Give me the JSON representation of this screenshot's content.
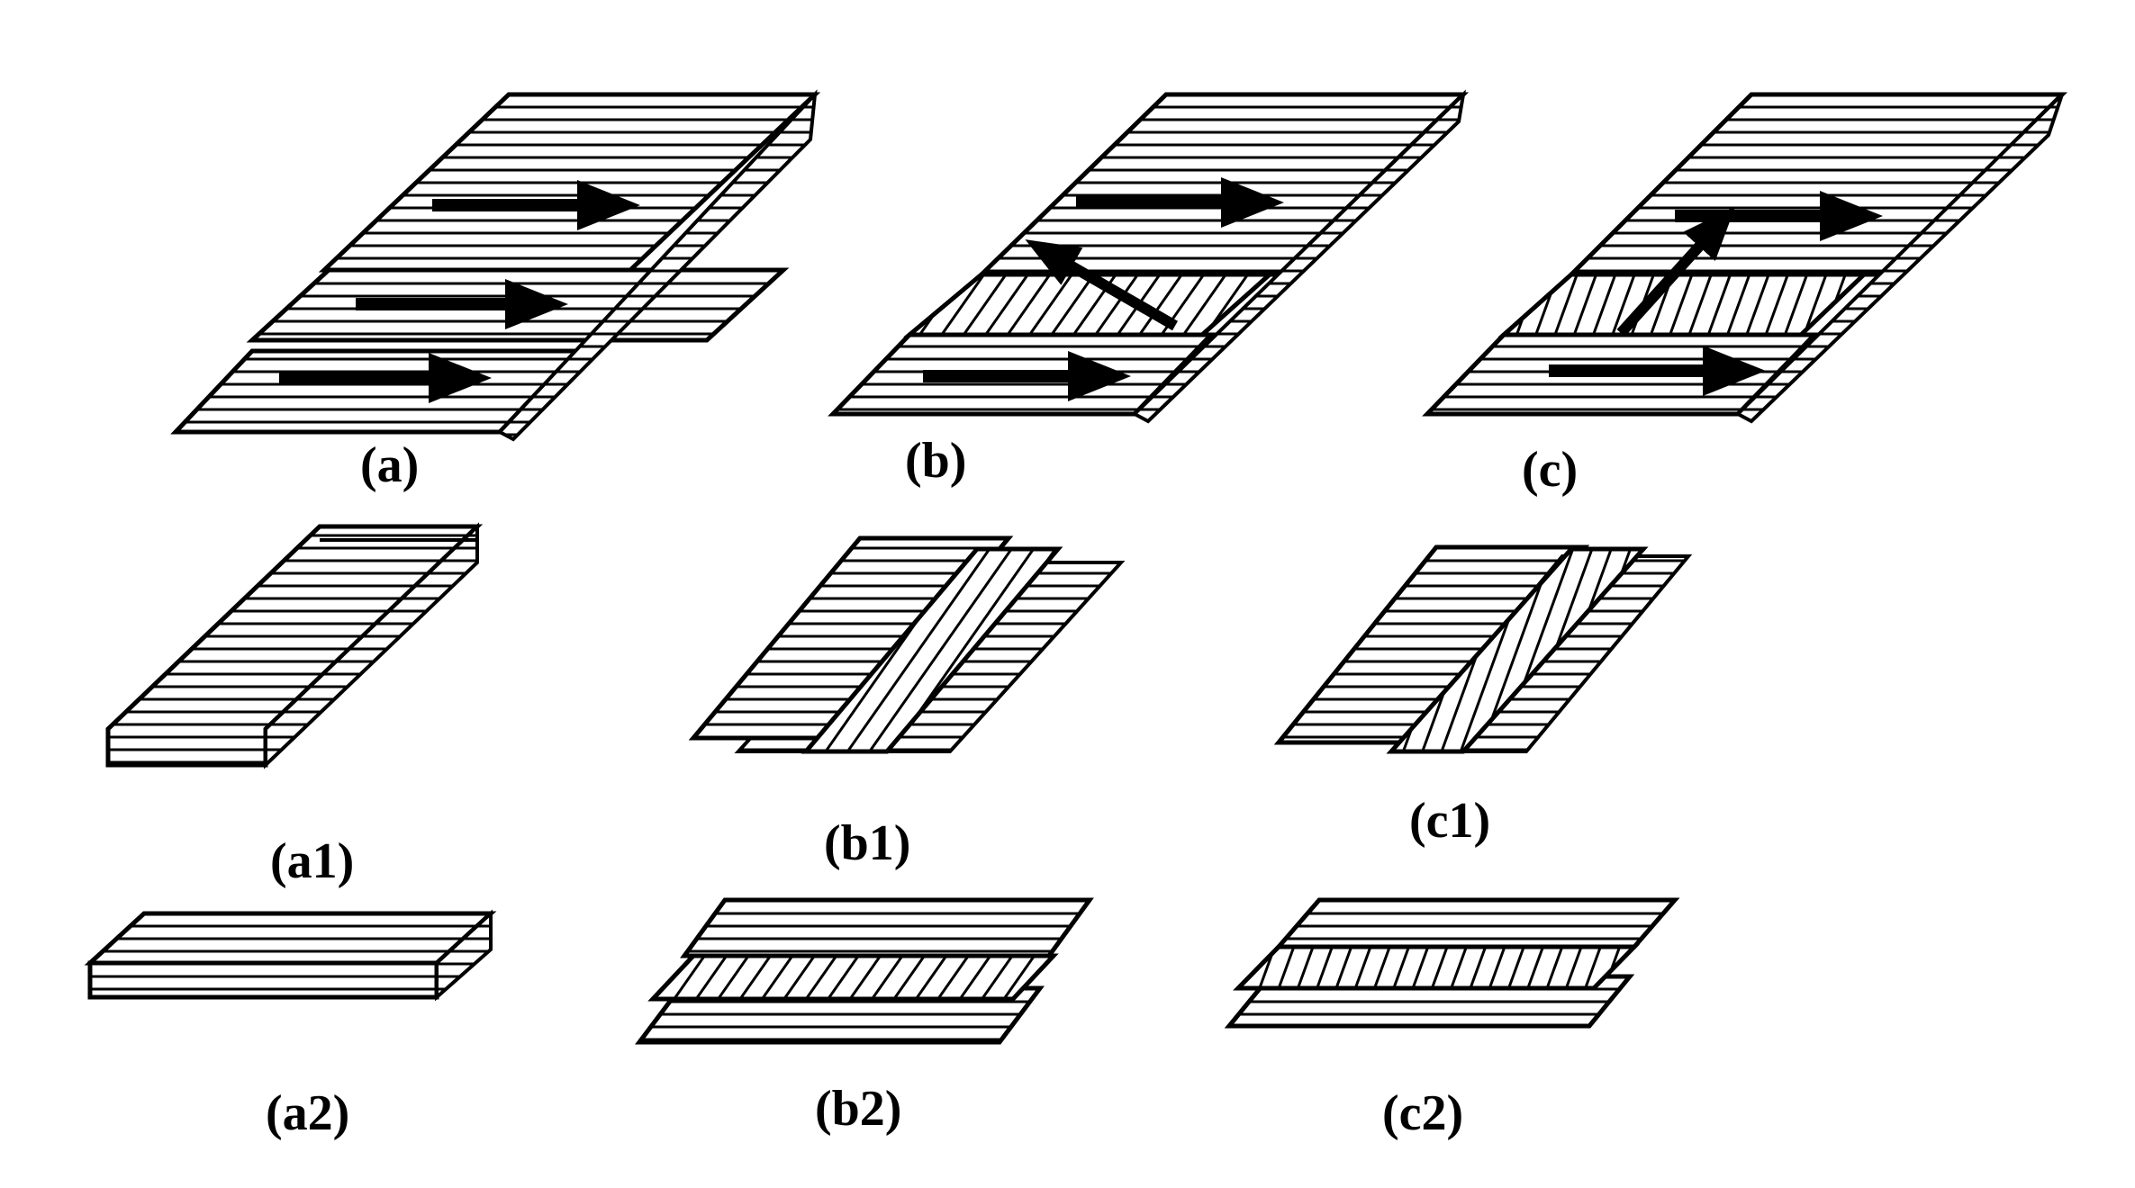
{
  "colors": {
    "stroke": "#000000",
    "fill": "#ffffff"
  },
  "panels": [
    {
      "id": "a",
      "label": "(a)",
      "pattern": "all-horizontal-stacked",
      "arrows": 3
    },
    {
      "id": "b",
      "label": "(b)",
      "pattern": "middle-ply-diagonal",
      "arrows": 3
    },
    {
      "id": "c",
      "label": "(c)",
      "pattern": "middle-ply-vertical",
      "arrows": 3
    },
    {
      "id": "a1",
      "label": "(a1)",
      "pattern": "folded-strip-horizontal"
    },
    {
      "id": "b1",
      "label": "(b1)",
      "pattern": "folded-strip-diagonal"
    },
    {
      "id": "c1",
      "label": "(c1)",
      "pattern": "folded-strip-vertical"
    },
    {
      "id": "a2",
      "label": "(a2)",
      "pattern": "flat-stack-horizontal"
    },
    {
      "id": "b2",
      "label": "(b2)",
      "pattern": "flat-stack-diagonal"
    },
    {
      "id": "c2",
      "label": "(c2)",
      "pattern": "flat-stack-vertical"
    }
  ]
}
